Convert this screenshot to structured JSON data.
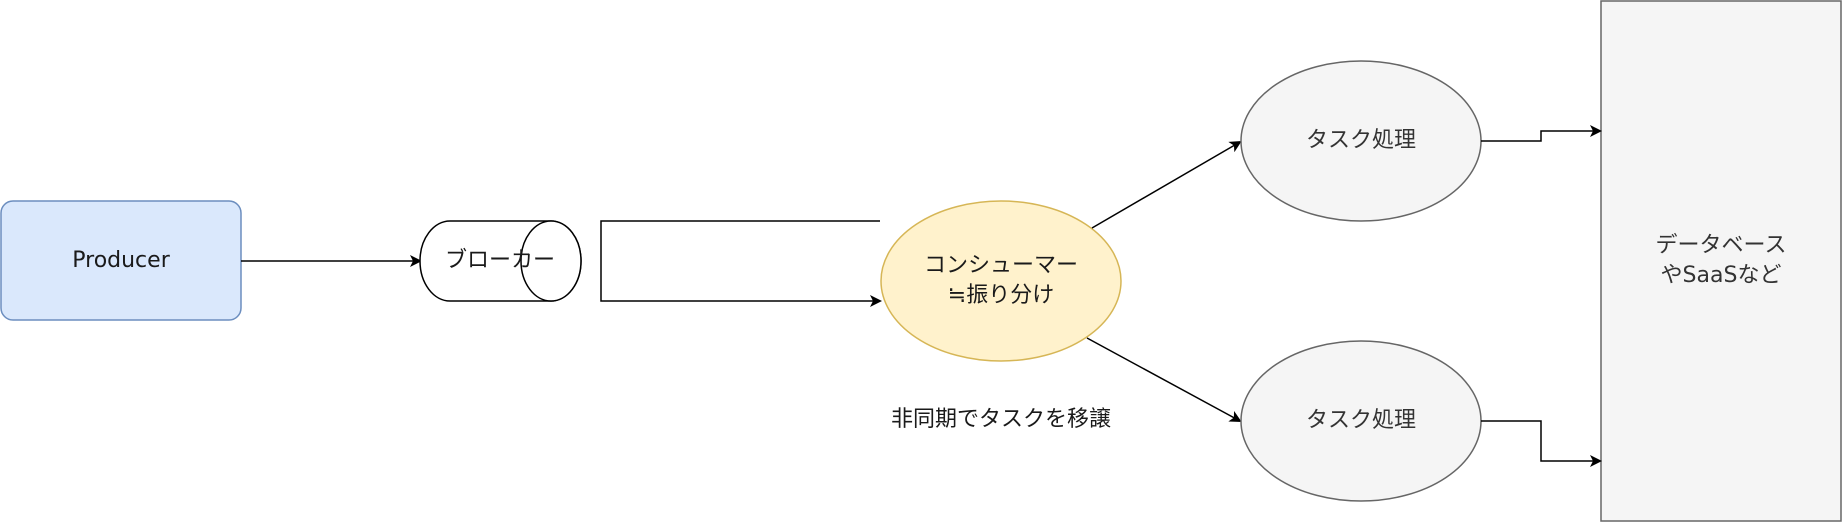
{
  "nodes": {
    "producer": {
      "label": "Producer",
      "fill": "#dae8fc",
      "stroke": "#6c8ebf"
    },
    "broker": {
      "label": "ブローカー"
    },
    "consumer": {
      "line1": "コンシューマー",
      "line2": "≒振り分け",
      "fill": "#fff2cc",
      "stroke": "#d6b656"
    },
    "task_top": {
      "label": "タスク処理",
      "fill": "#f5f5f5",
      "stroke": "#666666"
    },
    "task_bottom": {
      "label": "タスク処理",
      "fill": "#f5f5f5",
      "stroke": "#666666"
    },
    "database": {
      "line1": "データベース",
      "line2": "やSaaSなど",
      "fill": "#f5f5f5",
      "stroke": "#666666"
    }
  },
  "annotations": {
    "async_note": "非同期でタスクを移譲"
  }
}
